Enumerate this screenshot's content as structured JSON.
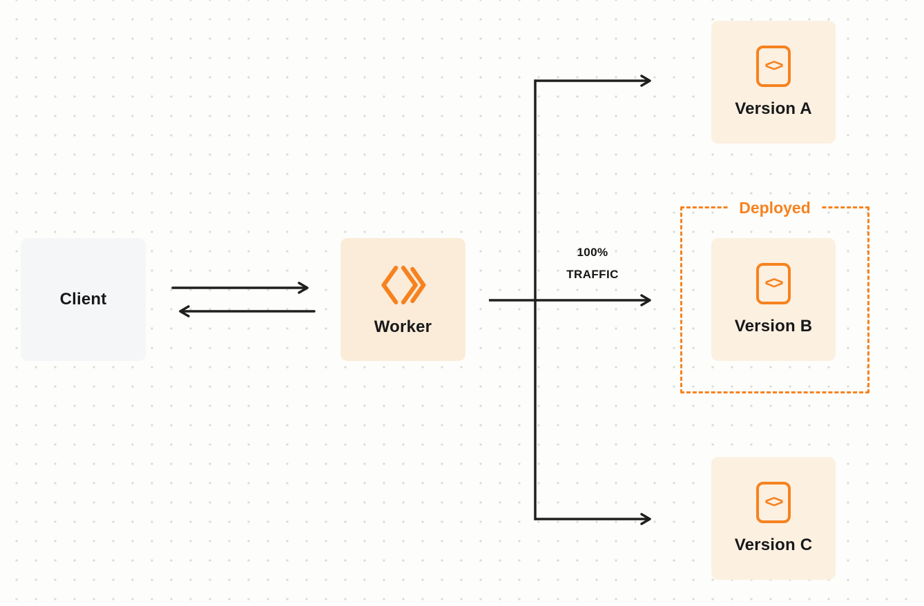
{
  "diagram": {
    "nodes": {
      "client": {
        "label": "Client"
      },
      "worker": {
        "label": "Worker",
        "icon": "workers-icon"
      },
      "version_a": {
        "label": "Version A",
        "icon": "code-icon"
      },
      "version_b": {
        "label": "Version B",
        "icon": "code-icon"
      },
      "version_c": {
        "label": "Version C",
        "icon": "code-icon"
      }
    },
    "icons": {
      "code_glyph": "<>"
    },
    "deployed_group": {
      "label": "Deployed",
      "contains": "Version B"
    },
    "traffic_label": {
      "line1": "100%",
      "line2": "TRAFFIC"
    },
    "edges": [
      {
        "from": "Client",
        "to": "Worker",
        "direction": "bidirectional",
        "label": ""
      },
      {
        "from": "Worker",
        "to": "Version A",
        "direction": "forward",
        "label": ""
      },
      {
        "from": "Worker",
        "to": "Version B",
        "direction": "forward",
        "label": "100% TRAFFIC"
      },
      {
        "from": "Worker",
        "to": "Version C",
        "direction": "forward",
        "label": ""
      }
    ],
    "colors": {
      "accent_orange": "#F6821F",
      "worker_bg": "#FBECD9",
      "version_bg": "#FCF0E1",
      "client_bg": "#F5F6F8",
      "arrow": "#1F1F1F",
      "background": "#FDFDFB"
    }
  }
}
